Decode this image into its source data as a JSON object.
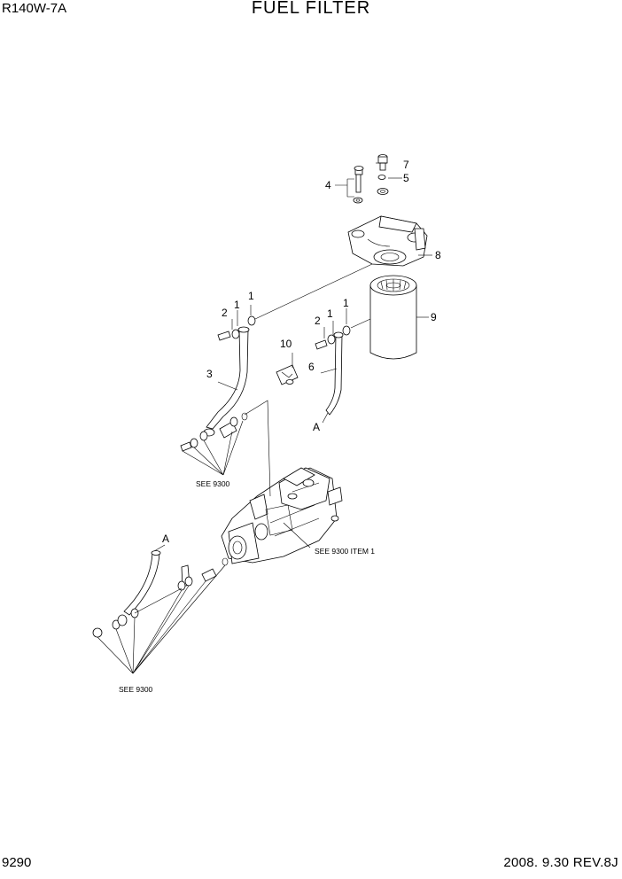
{
  "header": {
    "model": "R140W-7A",
    "title": "FUEL FILTER"
  },
  "footer": {
    "page": "9290",
    "date_rev": "2008. 9.30  REV.8J"
  },
  "callouts": {
    "c1a": "1",
    "c1b": "1",
    "c1c": "1",
    "c1d": "1",
    "c2a": "2",
    "c2b": "2",
    "c3": "3",
    "c4": "4",
    "c5": "5",
    "c6": "6",
    "c7": "7",
    "c8": "8",
    "c9": "9",
    "c10": "10",
    "ca1": "A",
    "ca2": "A"
  },
  "references": {
    "see_9300_upper": "SEE 9300",
    "see_9300_item1": "SEE 9300 ITEM 1",
    "see_9300_lower": "SEE 9300"
  }
}
